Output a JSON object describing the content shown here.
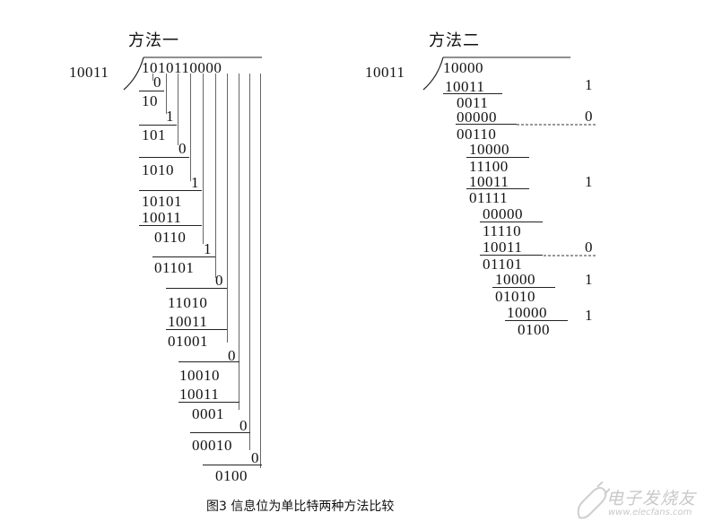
{
  "figure": {
    "method1_title": "方法一",
    "method2_title": "方法二",
    "caption": "图3 信息位为单比特两种方法比较",
    "watermark_text": "电子发烧友",
    "watermark_url": "www.elecfans.com"
  },
  "method1": {
    "divisor": "10011",
    "dividend": "101011000 0",
    "rows": [
      "0",
      "10",
      "1",
      "101",
      "0",
      "1010",
      "1",
      "10101",
      "10011",
      "0110",
      "1",
      "01101",
      "0",
      "11010",
      "10011",
      "01001",
      "0",
      "10010",
      "10011",
      "0001",
      "0",
      "00010",
      "0",
      "0100"
    ]
  },
  "method2": {
    "divisor": "10011",
    "dividend": "10000",
    "rows": [
      "10011",
      "0011",
      "00000",
      "00110",
      "10000",
      "11100",
      "10011",
      "01111",
      "00000",
      "11110",
      "10011",
      "01101",
      "10000",
      "01010",
      "10000",
      "0100"
    ],
    "bits": [
      "1",
      "0",
      "1",
      "0",
      "1",
      "1"
    ]
  }
}
